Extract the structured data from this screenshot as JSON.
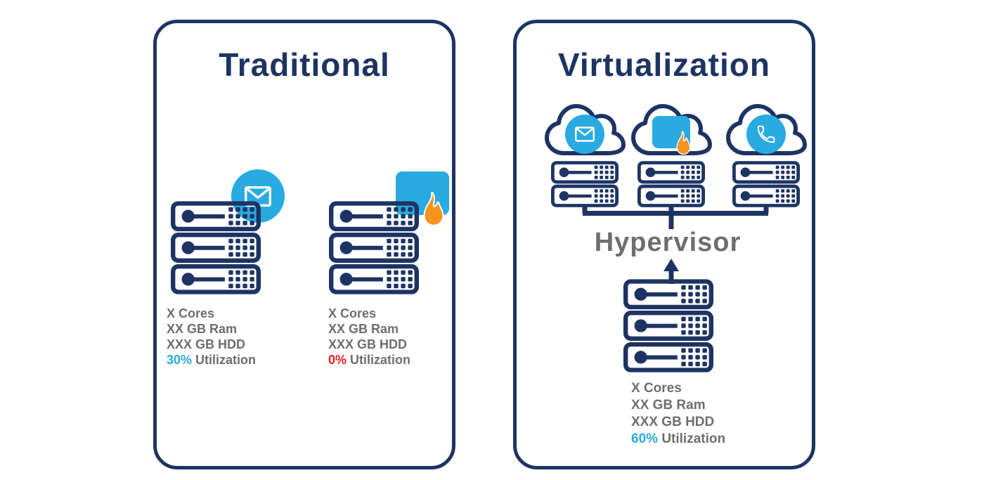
{
  "colors": {
    "navy": "#1d3463",
    "accent_blue": "#29abe2",
    "text_gray": "#6d6e71",
    "alert_red": "#ed2024",
    "flame_orange": "#f7941e",
    "background": "#ffffff"
  },
  "traditional": {
    "title": "Traditional",
    "servers": [
      {
        "icon": "email-icon",
        "specs": [
          "X Cores",
          "XX GB Ram",
          "XXX GB HDD"
        ],
        "utilization": {
          "value": "30%",
          "label": "Utilization",
          "value_color": "#29abe2"
        }
      },
      {
        "icon": "firewall-flame-icon",
        "specs": [
          "X Cores",
          "XX GB Ram",
          "XXX GB HDD"
        ],
        "utilization": {
          "value": "0%",
          "label": "Utilization",
          "value_color": "#ed2024"
        }
      }
    ]
  },
  "virtualization": {
    "title": "Virtualization",
    "hypervisor": "Hypervisor",
    "clouds": [
      {
        "icon": "email-icon"
      },
      {
        "icon": "firewall-flame-icon"
      },
      {
        "icon": "phone-icon"
      }
    ],
    "host": {
      "specs": [
        "X Cores",
        "XX GB Ram",
        "XXX GB HDD"
      ],
      "utilization": {
        "value": "60%",
        "label": "Utilization",
        "value_color": "#29abe2"
      }
    }
  }
}
